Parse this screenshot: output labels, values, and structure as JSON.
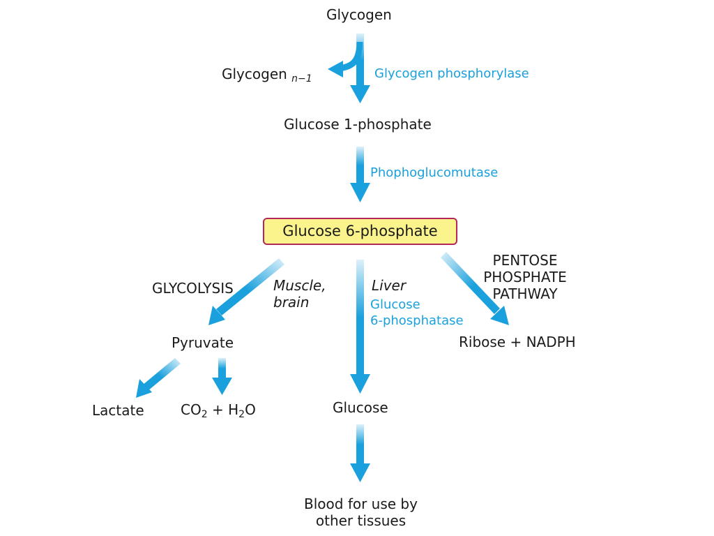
{
  "nodes": {
    "glycogen": "Glycogen",
    "glycogen_n1": {
      "text": "Glycogen",
      "sub": "n−1"
    },
    "glucose_1p": "Glucose 1-phosphate",
    "glucose_6p": "Glucose 6-phosphate",
    "pyruvate": "Pyruvate",
    "lactate": "Lactate",
    "co2_h2o": {
      "a": "CO",
      "a_sub": "2",
      "b": " + H",
      "b_sub": "2",
      "c": "O"
    },
    "glucose": "Glucose",
    "blood": [
      "Blood for use by",
      "other tissues"
    ],
    "ribose": "Ribose + NADPH"
  },
  "enzymes": {
    "glycogen_phosphorylase": "Glycogen phosphorylase",
    "phosphoglucomutase": "Phophoglucomutase",
    "glucose_6_phosphatase": [
      "Glucose",
      "6-phosphatase"
    ]
  },
  "pathway_labels": {
    "glycolysis": "GLYCOLYSIS",
    "pentose": [
      "PENTOSE",
      "PHOSPHATE",
      "PATHWAY"
    ]
  },
  "tissue_labels": {
    "muscle_brain": [
      "Muscle,",
      "brain"
    ],
    "liver": "Liver"
  },
  "colors": {
    "arrow": "#1aa0dc",
    "enzyme_text": "#1aa0dc",
    "box_fill": "#fbf48c",
    "box_border": "#b3265a"
  }
}
